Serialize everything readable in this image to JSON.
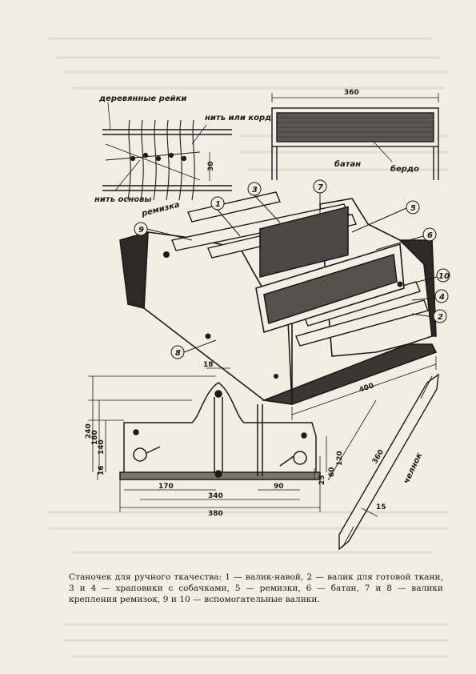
{
  "labels": {
    "wooden_slats": "деревянные рейки",
    "thread_or_cord": "нить или корд",
    "warp_thread": "нить основы",
    "heddle": "ремизка",
    "batten": "батан",
    "reed": "бердо",
    "shuttle": "челнок"
  },
  "part_numbers": [
    "1",
    "2",
    "3",
    "4",
    "5",
    "6",
    "7",
    "8",
    "9",
    "10"
  ],
  "dimensions": {
    "batten_width": "360",
    "slat_gap": "30",
    "frame_depth": "400",
    "top_tab": "18",
    "height_240": "240",
    "height_180": "180",
    "height_140": "140",
    "height_16": "16",
    "height_120": "120",
    "height_60": "60",
    "height_25": "25",
    "len_170": "170",
    "len_340": "340",
    "len_90": "90",
    "len_380": "380",
    "shuttle_len": "360",
    "shuttle_w": "15"
  },
  "caption": "Станочек для ручного ткачества: 1 — валик-навой, 2 — валик для готовой ткани, 3 и 4 — храповики с собачками, 5 — ремизки, 6 — батан, 7 и 8 — валики крепления ремизок, 9 и 10 — вспомогательные валики."
}
